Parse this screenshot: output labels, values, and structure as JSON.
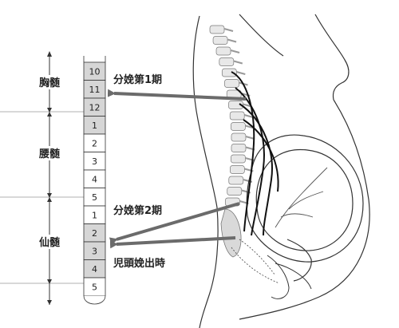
{
  "regions": [
    {
      "label": "胸髄"
    },
    {
      "label": "腰髄"
    },
    {
      "label": "仙髄"
    }
  ],
  "segments": [
    {
      "label": "10",
      "highlight": true
    },
    {
      "label": "11",
      "highlight": true
    },
    {
      "label": "12",
      "highlight": true
    },
    {
      "label": "1",
      "highlight": true
    },
    {
      "label": "2",
      "highlight": false
    },
    {
      "label": "3",
      "highlight": false
    },
    {
      "label": "4",
      "highlight": false
    },
    {
      "label": "5",
      "highlight": false
    },
    {
      "label": "1",
      "highlight": false
    },
    {
      "label": "2",
      "highlight": true
    },
    {
      "label": "3",
      "highlight": true
    },
    {
      "label": "4",
      "highlight": true
    },
    {
      "label": "5",
      "highlight": false
    }
  ],
  "stages": [
    {
      "label": "分娩第1期"
    },
    {
      "label": "分娩第2期"
    },
    {
      "label": "児頭娩出時"
    }
  ],
  "colors": {
    "highlight": "#d6d6d6",
    "arrow": "#6b6b6b",
    "outline": "#333333"
  }
}
